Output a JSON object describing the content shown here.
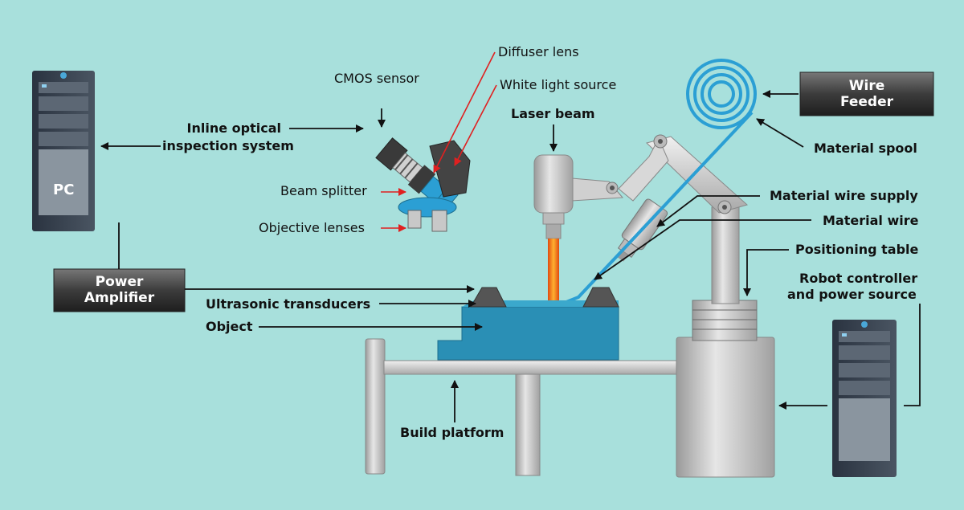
{
  "pc": {
    "label": "PC"
  },
  "power_amplifier": {
    "line1": "Power",
    "line2": "Amplifier"
  },
  "wire_feeder": {
    "line1": "Wire",
    "line2": "Feeder"
  },
  "labels": {
    "cmos_sensor": "CMOS sensor",
    "diffuser_lens": "Diffuser lens",
    "white_light_source": "White light source",
    "laser_beam": "Laser beam",
    "inline_optical_1": "Inline optical",
    "inline_optical_2": "inspection system",
    "beam_splitter": "Beam splitter",
    "objective_lenses": "Objective lenses",
    "material_spool": "Material spool",
    "material_wire_supply": "Material wire supply",
    "material_wire": "Material wire",
    "positioning_table": "Positioning table",
    "robot_controller_1": "Robot controller",
    "robot_controller_2": "and power source",
    "ultrasonic_transducers": "Ultrasonic transducers",
    "object": "Object",
    "build_platform": "Build platform"
  },
  "colors": {
    "background": "#a8e0dc",
    "object_blue": "#2a8fb5",
    "metal_gray": "#c8c8c8",
    "dark_box": "#3a3a3a",
    "laser_orange": "#f07a1a",
    "arrow_red": "#e02020"
  }
}
